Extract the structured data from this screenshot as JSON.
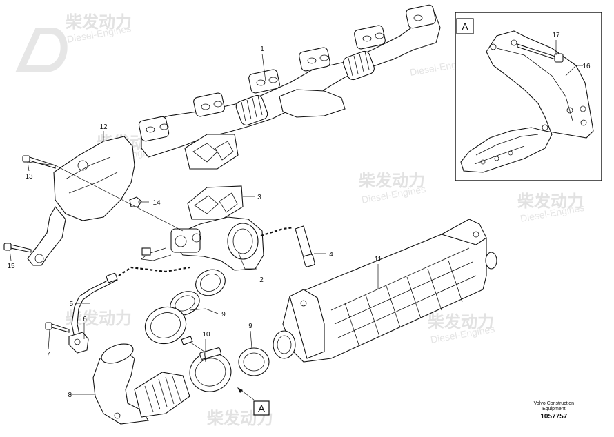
{
  "watermark": {
    "brand_cn": "柴发动力",
    "brand_en": "Diesel-Engines"
  },
  "detail_box": {
    "label": "A"
  },
  "view_marker": {
    "label": "A"
  },
  "callouts": [
    "1",
    "2",
    "3",
    "4",
    "5",
    "6",
    "7",
    "8",
    "9",
    "9",
    "10",
    "11",
    "12",
    "13",
    "14",
    "15",
    "16",
    "17"
  ],
  "footer": {
    "company_line1": "Volvo Construction",
    "company_line2": "Equipment",
    "drawing_number": "1057757"
  }
}
